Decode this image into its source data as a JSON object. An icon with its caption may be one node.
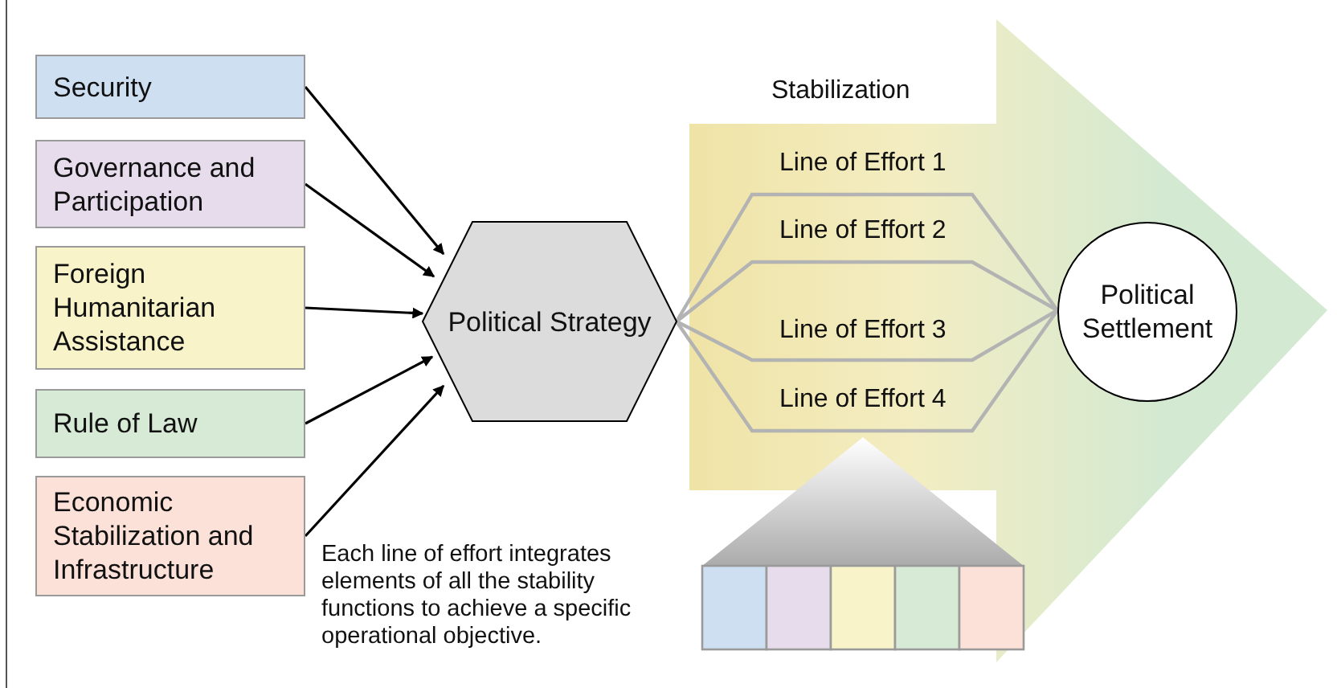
{
  "diagram": {
    "nodes": [
      {
        "text": [
          "Security"
        ]
      },
      {
        "text": [
          "Governance and Participation"
        ]
      },
      {
        "text": [
          "Foreign Humanitarian Assistance"
        ]
      },
      {
        "text": [
          "Rule of Law"
        ]
      },
      {
        "text": [
          "Economic Stabilization and Infrastructure"
        ]
      },
      {
        "text": [
          "Political Strategy"
        ]
      },
      {
        "text": [
          "Political Settlement"
        ]
      }
    ],
    "edges": [
      {
        "from": 0,
        "to": 5,
        "arrow": "to"
      },
      {
        "from": 1,
        "to": 5,
        "arrow": "to"
      },
      {
        "from": 2,
        "to": 5,
        "arrow": "to"
      },
      {
        "from": 3,
        "to": 5,
        "arrow": "to"
      },
      {
        "from": 4,
        "to": 5,
        "arrow": "to"
      },
      {
        "from": 5,
        "to": 6,
        "arrow": "none",
        "color": "#b3b3b3"
      },
      {
        "from": 5,
        "to": 6,
        "arrow": "none",
        "color": "#b3b3b3"
      },
      {
        "from": 5,
        "to": 6,
        "arrow": "none",
        "color": "#b3b3b3"
      },
      {
        "from": 5,
        "to": 6,
        "arrow": "none",
        "color": "#b3b3b3"
      }
    ],
    "labels": [
      "Stabilization",
      "Line of Effort 1",
      "Line of Effort 2",
      "Line of Effort 3",
      "Line of Effort 4",
      "Each line of effort integrates elements of all the stability functions to achieve a specific operational objective."
    ]
  }
}
